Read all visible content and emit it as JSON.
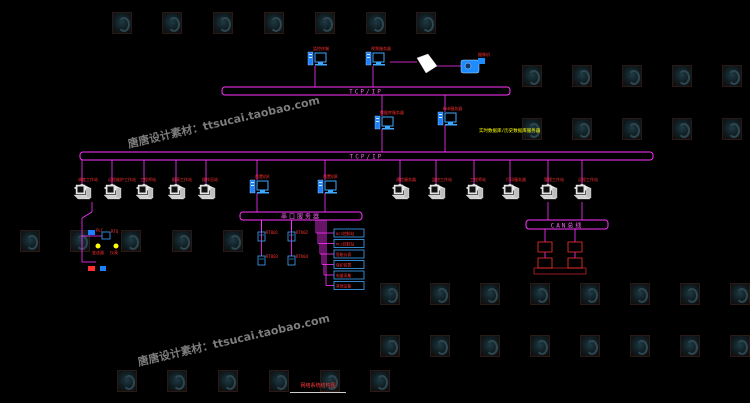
{
  "watermarks": [
    "唐唐设计素材：ttsucai.taobao.com",
    "唐唐设计素材：ttsucai.taobao.com"
  ],
  "bus": {
    "upper": "TCP/IP",
    "lower": "TCP/IP"
  },
  "subbus": {
    "left": "串口服务器",
    "right": "CAN总线"
  },
  "top_devices": [
    "监控终端",
    "视频服务器",
    "",
    "摄像机"
  ],
  "servers": [
    "数据库服务器",
    "Web服务器"
  ],
  "server_note": "实时数据库/历史数据库服务器",
  "clients_left": [
    "调度工作站",
    "远程维护工作站",
    "工程师站",
    "报表工作站",
    "操作员站"
  ],
  "clients_mid": [
    "前置机A",
    "前置机B"
  ],
  "clients_right": [
    "通信服务器",
    "监控工作站",
    "工程师站",
    "打印服务器",
    "管理工作站",
    "远程工作站"
  ],
  "left_field": [
    "PLC",
    "RTU",
    "变送器",
    "仪表"
  ],
  "rtu_devices": [
    "RTU01",
    "RTU02",
    "RTU03",
    "RTU04"
  ],
  "module_list": [
    "DCS控制站",
    "PLC控制站",
    "智能仪表",
    "保护装置",
    "电量采集",
    "其他设备"
  ],
  "caption": "网络系统结构图"
}
